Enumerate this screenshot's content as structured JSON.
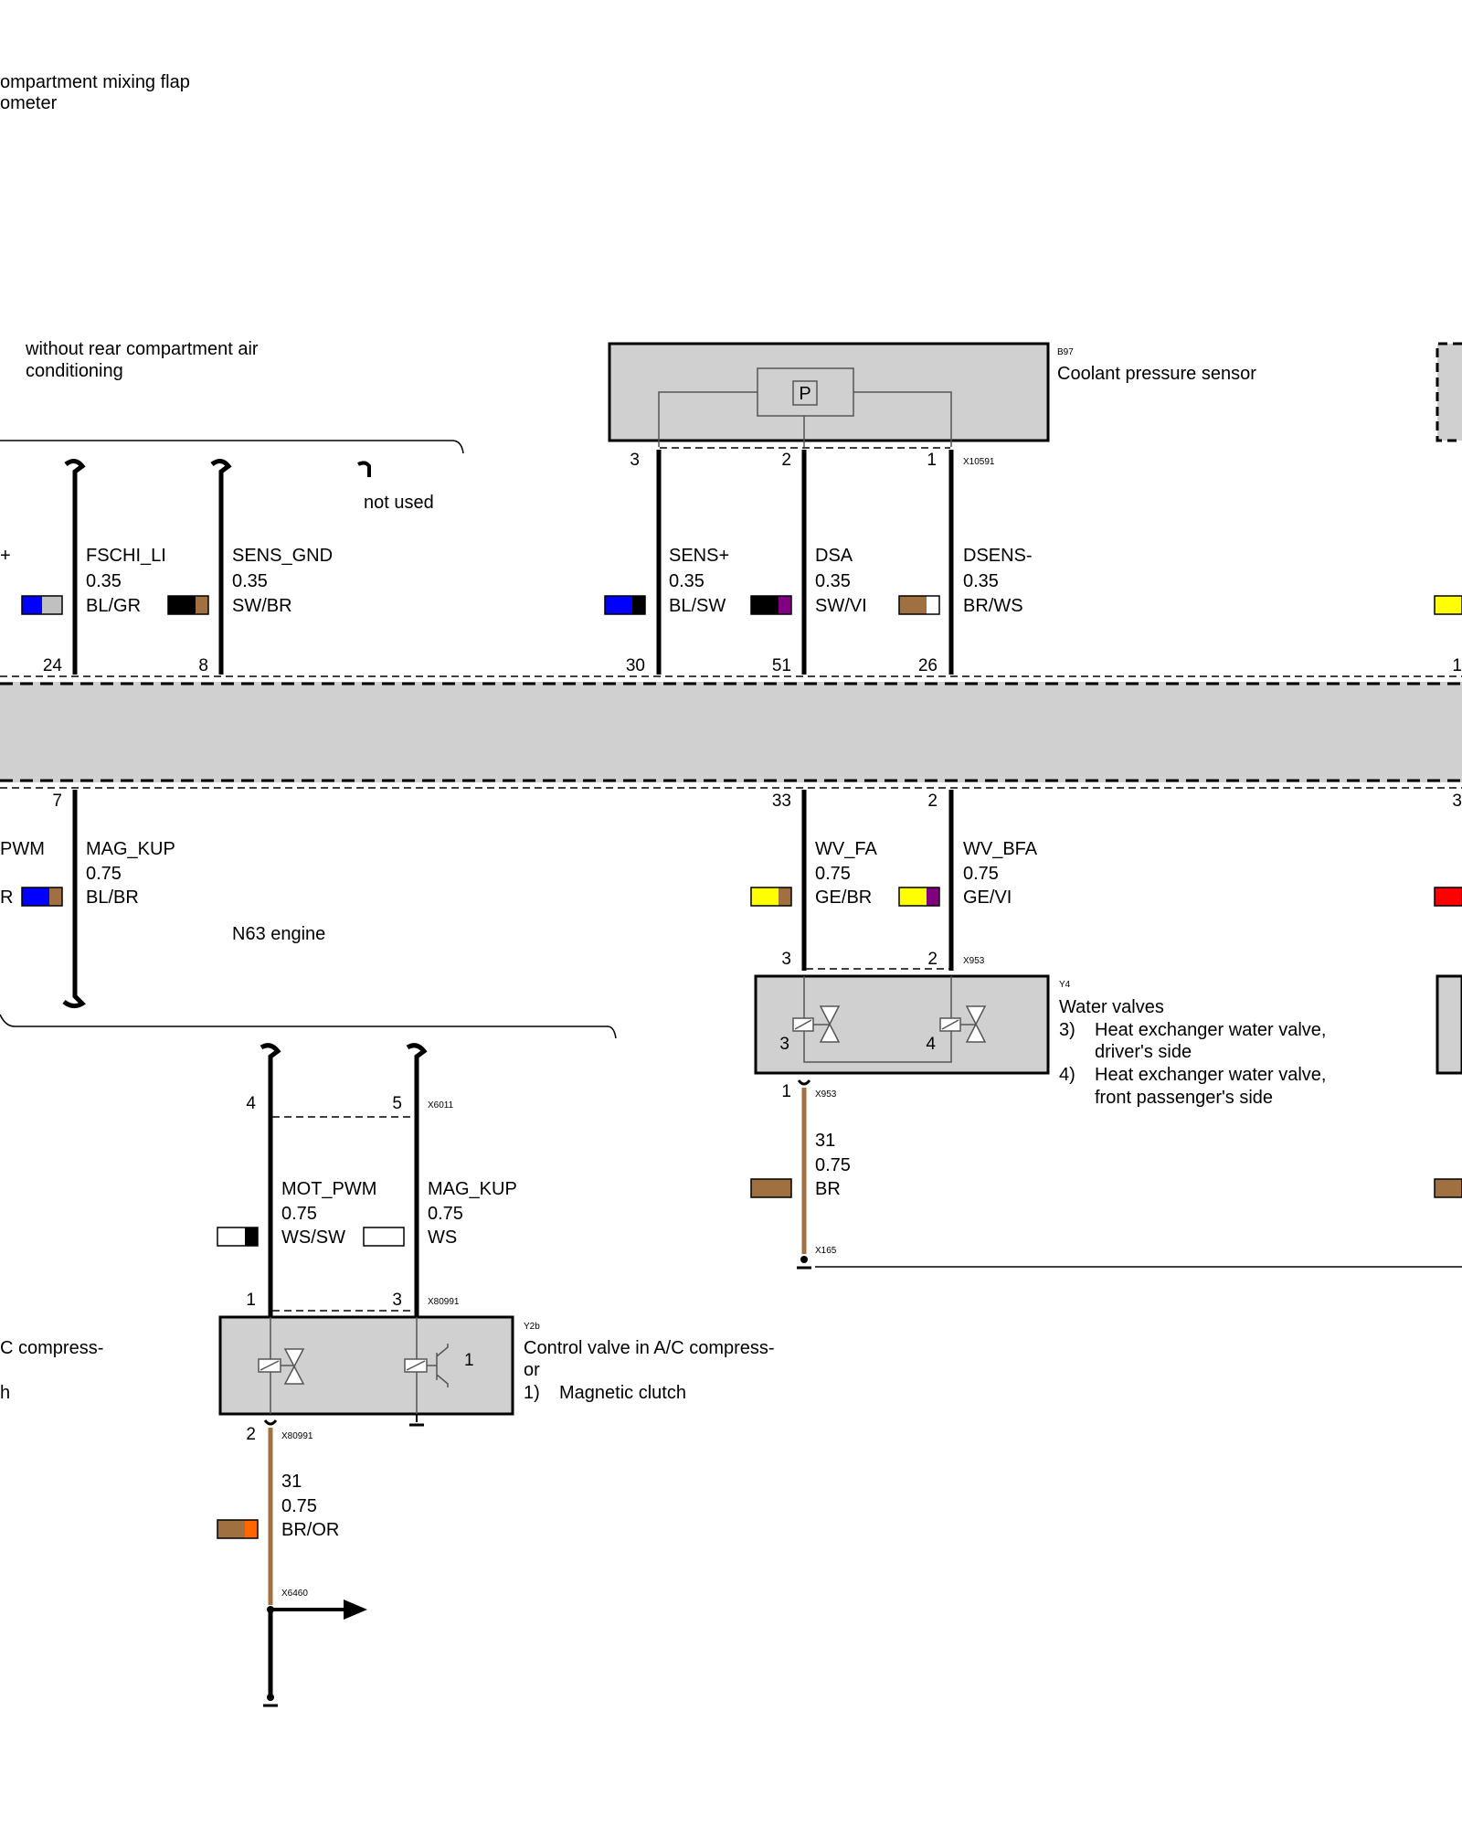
{
  "texts": {
    "top_line1": "ompartment mixing flap",
    "top_line2": "ometer",
    "rear_ac_line1": "without rear compartment air",
    "rear_ac_line2": "conditioning",
    "not_used": "not used",
    "engine_note": "N63 engine",
    "left_cut_plus": "+",
    "left_cut_pwm": "PWM",
    "left_cut_r": "R",
    "left_comp1": "C compress-",
    "left_comp2": "h"
  },
  "components": {
    "b97": {
      "id": "B97",
      "name": "Coolant pressure sensor",
      "symbol": "P",
      "connector": "X10591"
    },
    "y4": {
      "id": "Y4",
      "name": "Water valves",
      "items": [
        {
          "num": "3)",
          "line1": "Heat exchanger water valve,",
          "line2": "driver's side"
        },
        {
          "num": "4)",
          "line1": "Heat exchanger water valve,",
          "line2": "front passenger's side"
        }
      ],
      "connector": "X953",
      "internal": [
        "3",
        "4"
      ]
    },
    "y2b": {
      "id": "Y2b",
      "line1": "Control valve in A/C compress-",
      "line2": "or",
      "item_num": "1)",
      "item_text": "Magnetic clutch",
      "connector": "X80991",
      "internal": "1"
    }
  },
  "connectors": {
    "x6011": "X6011",
    "x953_bottom": "X953",
    "x165": "X165",
    "x80991_bottom": "X80991",
    "x6460": "X6460"
  },
  "wires": [
    {
      "key": "fschi",
      "signal": "FSCHI_LI",
      "gauge": "0.35",
      "color": "BL/GR",
      "c1": "#0000ff",
      "c2": "#c0c0c0",
      "pin_top": "",
      "pin_bus": "24"
    },
    {
      "key": "sensgnd",
      "signal": "SENS_GND",
      "gauge": "0.35",
      "color": "SW/BR",
      "c1": "#000000",
      "c2": "#a07040",
      "pin_top": "",
      "pin_bus": "8"
    },
    {
      "key": "sensp",
      "signal": "SENS+",
      "gauge": "0.35",
      "color": "BL/SW",
      "c1": "#0000ff",
      "c2": "#000000",
      "pin_top": "3",
      "pin_bus": "30"
    },
    {
      "key": "dsa",
      "signal": "DSA",
      "gauge": "0.35",
      "color": "SW/VI",
      "c1": "#000000",
      "c2": "#800080",
      "pin_top": "2",
      "pin_bus": "51"
    },
    {
      "key": "dsens",
      "signal": "DSENS-",
      "gauge": "0.35",
      "color": "BR/WS",
      "c1": "#a07040",
      "c2": "#ffffff",
      "pin_top": "1",
      "pin_bus": "26"
    },
    {
      "key": "magkup1",
      "signal": "MAG_KUP",
      "gauge": "0.75",
      "color": "BL/BR",
      "c1": "#0000ff",
      "c2": "#a07040",
      "pin_bus": "7"
    },
    {
      "key": "wvfa",
      "signal": "WV_FA",
      "gauge": "0.75",
      "color": "GE/BR",
      "c1": "#ffff00",
      "c2": "#a07040",
      "pin_bus": "33",
      "pin_bottom": "3"
    },
    {
      "key": "wvbfa",
      "signal": "WV_BFA",
      "gauge": "0.75",
      "color": "GE/VI",
      "c1": "#ffff00",
      "c2": "#800080",
      "pin_bus": "2",
      "pin_bottom": "2"
    },
    {
      "key": "motpwm",
      "signal": "MOT_PWM",
      "gauge": "0.75",
      "color": "WS/SW",
      "c1": "#ffffff",
      "c2": "#000000",
      "pin_top": "4",
      "pin_bottom": "1"
    },
    {
      "key": "magkup2",
      "signal": "MAG_KUP",
      "gauge": "0.75",
      "color": "WS",
      "c1": "#ffffff",
      "c2": "#ffffff",
      "pin_top": "5",
      "pin_bottom": "3"
    },
    {
      "key": "gnd1",
      "signal": "31",
      "gauge": "0.75",
      "color": "BR",
      "c1": "#a07040",
      "c2": "#a07040",
      "pin_top": "1"
    },
    {
      "key": "gnd2",
      "signal": "31",
      "gauge": "0.75",
      "color": "BR/OR",
      "c1": "#a07040",
      "c2": "#ff6600",
      "pin_top": "2"
    }
  ],
  "right_edge": {
    "pin_top": "1",
    "pin_bottom": "3",
    "swatch_top": "#ffff00",
    "swatch_mid": "#ff0000",
    "swatch_low": "#a07040"
  }
}
